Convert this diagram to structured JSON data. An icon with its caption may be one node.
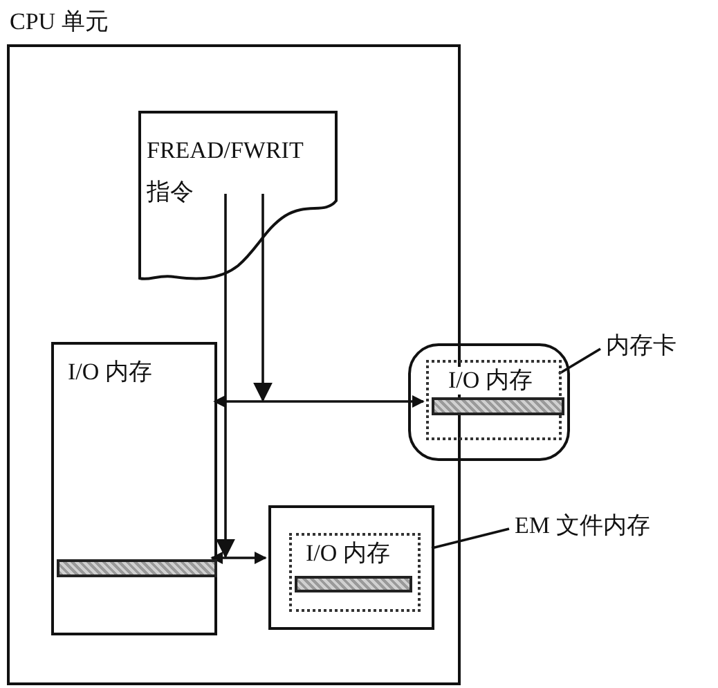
{
  "diagram": {
    "nodes": [
      {
        "text": [
          "CPU 单元"
        ]
      },
      {
        "text": [
          "FREAD/FWRIT 指令"
        ],
        "in": 0
      },
      {
        "text": [
          "I/O 内存"
        ],
        "in": 0
      },
      {
        "text": [],
        "shape": "bar",
        "in": 2
      },
      {
        "text": [],
        "shape": "box"
      },
      {
        "text": [
          "I/O 内存"
        ],
        "in": 4
      },
      {
        "text": [],
        "shape": "bar",
        "in": 5
      },
      {
        "text": [],
        "shape": "box",
        "in": 0
      },
      {
        "text": [
          "I/O 内存"
        ],
        "in": 7
      },
      {
        "text": [],
        "shape": "bar",
        "in": 8
      },
      {
        "text": [
          "内存卡"
        ]
      },
      {
        "text": [
          "EM 文件内存"
        ]
      }
    ],
    "edges": [
      {
        "from": 2,
        "to": 6,
        "arrow": "both"
      },
      {
        "from": 3,
        "to": 7,
        "arrow": "both"
      },
      {
        "from": 1,
        "to": null,
        "arrow": "to"
      },
      {
        "from": 1,
        "to": 3,
        "arrow": "to"
      },
      {
        "from": 10,
        "to": 5,
        "arrow": "none"
      },
      {
        "from": 11,
        "to": 7,
        "arrow": "none"
      }
    ]
  }
}
